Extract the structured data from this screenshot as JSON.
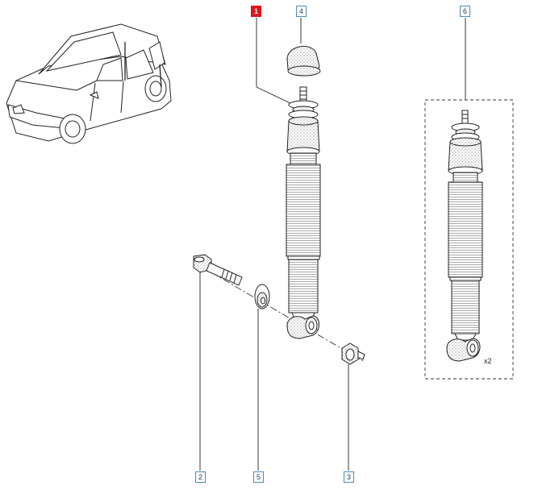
{
  "callouts": {
    "c1": "1",
    "c2": "2",
    "c3": "3",
    "c4": "4",
    "c5": "5",
    "c6": "6"
  },
  "assembly_quantity": "x2",
  "colors": {
    "callout_border": "#4a8db4",
    "selected_callout": "#e0141e",
    "line": "#222222"
  }
}
